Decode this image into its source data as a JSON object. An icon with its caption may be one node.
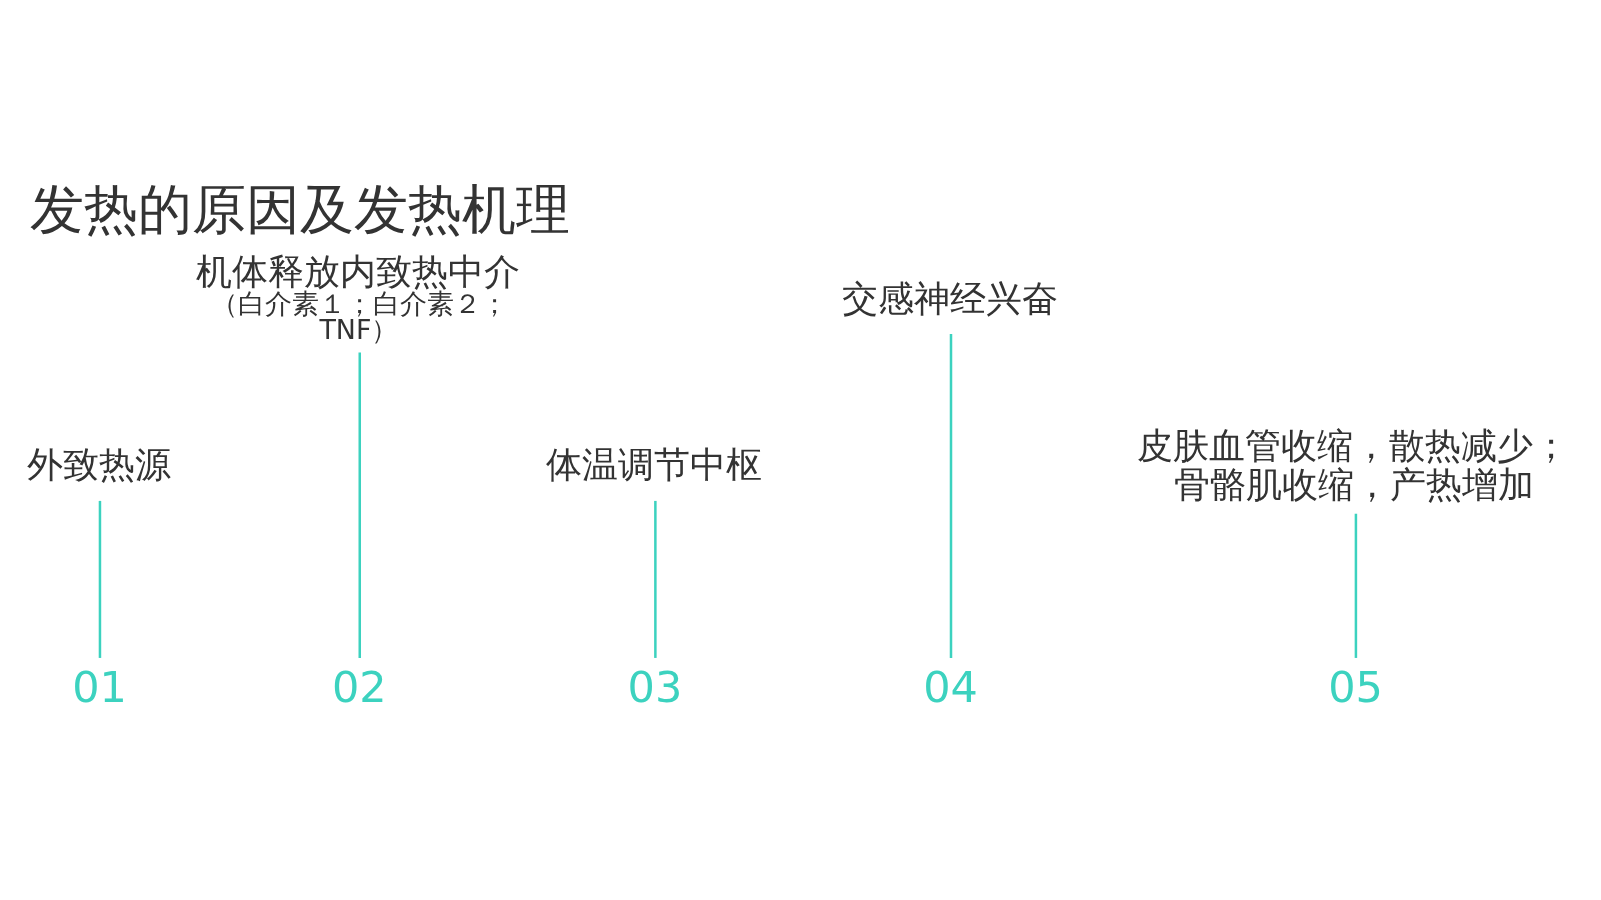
{
  "diagram": {
    "title": "发热的原因及发热机理",
    "nodes": [
      {
        "text": [
          "外致热源"
        ]
      },
      {
        "text": [
          "01"
        ]
      },
      {
        "text": [
          "机体释放内致热中介",
          "（白介素１；白介素２；TNF）"
        ]
      },
      {
        "text": [
          "02"
        ]
      },
      {
        "text": [
          "体温调节中枢"
        ]
      },
      {
        "text": [
          "03"
        ]
      },
      {
        "text": [
          "交感神经兴奋"
        ]
      },
      {
        "text": [
          "04"
        ]
      },
      {
        "text": [
          "皮肤血管收缩，散热减少；骨骼肌收缩，产热增加"
        ]
      },
      {
        "text": [
          "05"
        ]
      }
    ],
    "edges": [
      {
        "from": 1,
        "to": 0,
        "arrow": "none"
      },
      {
        "from": 3,
        "to": 2,
        "arrow": "none"
      },
      {
        "from": 5,
        "to": 4,
        "arrow": "none"
      },
      {
        "from": 7,
        "to": 6,
        "arrow": "none"
      },
      {
        "from": 9,
        "to": 8,
        "arrow": "none"
      }
    ]
  }
}
